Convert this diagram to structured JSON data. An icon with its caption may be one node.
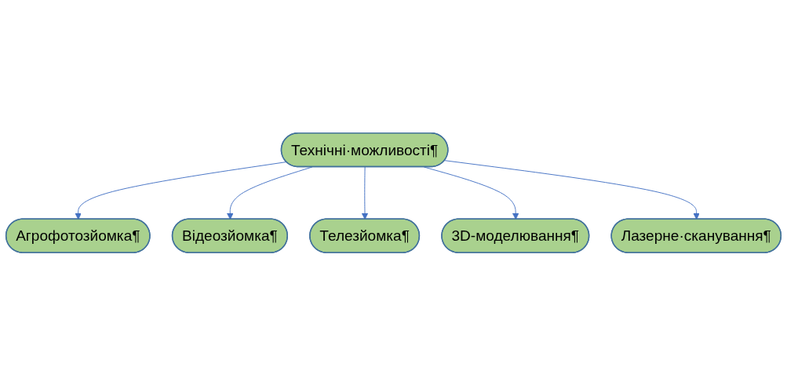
{
  "diagram": {
    "nodes": [
      {
        "text": [
          "Технічні·можливості¶"
        ]
      },
      {
        "text": [
          "Агрофотозйомка¶"
        ]
      },
      {
        "text": [
          "Відеозйомка¶"
        ]
      },
      {
        "text": [
          "Телезйомка¶"
        ]
      },
      {
        "text": [
          "3D-моделювання¶"
        ]
      },
      {
        "text": [
          "Лазерне·сканування¶"
        ]
      }
    ],
    "edges": [
      {
        "from": 0,
        "to": 1,
        "arrow": "to"
      },
      {
        "from": 0,
        "to": 2,
        "arrow": "to"
      },
      {
        "from": 0,
        "to": 3,
        "arrow": "to"
      },
      {
        "from": 0,
        "to": 4,
        "arrow": "to"
      },
      {
        "from": 0,
        "to": 5,
        "arrow": "to"
      }
    ]
  }
}
